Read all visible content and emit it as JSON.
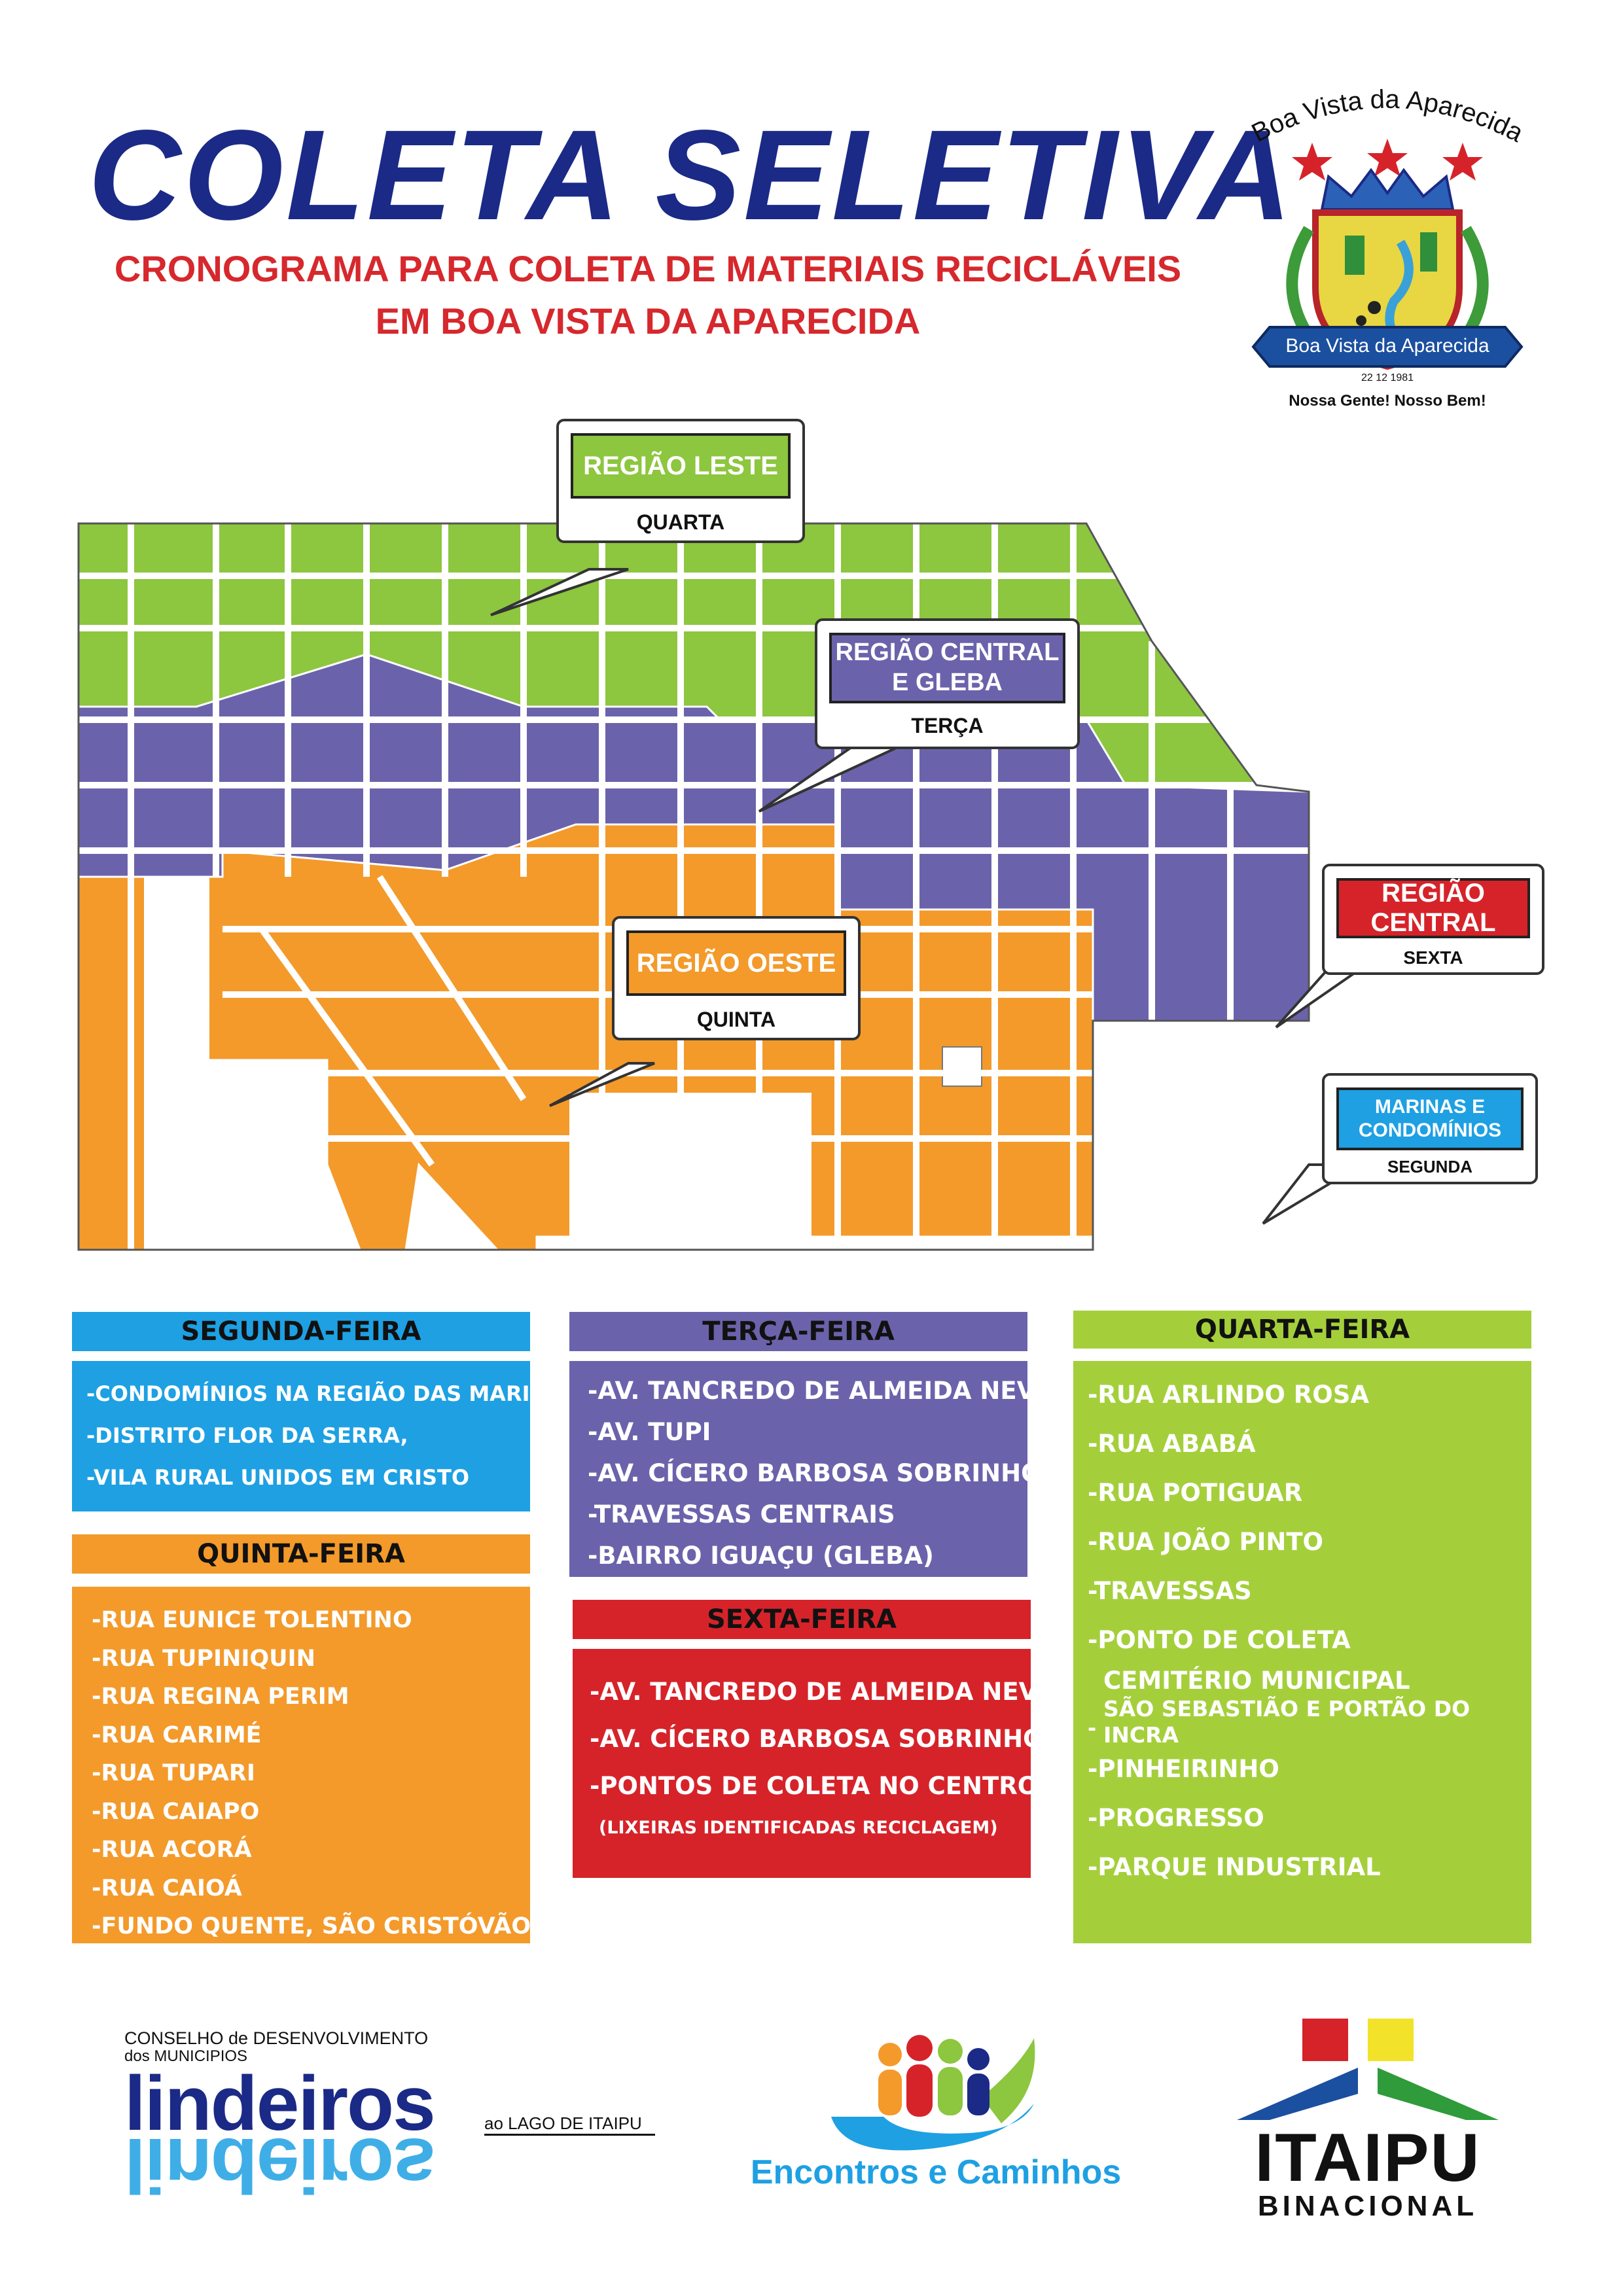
{
  "header": {
    "title": "COLETA SELETIVA",
    "subtitle_line1": "CRONOGRAMA PARA COLETA DE MATERIAIS RECICLÁVEIS",
    "subtitle_line2": "EM BOA VISTA DA APARECIDA"
  },
  "crest": {
    "arc_text": "Boa Vista da Aparecida",
    "banner_text": "Boa Vista da Aparecida",
    "date": "22 12 1981",
    "motto": "Nossa Gente! Nosso Bem!"
  },
  "colors": {
    "green": "#8dc63f",
    "lime": "#a4cf3b",
    "purple": "#6a63ab",
    "orange": "#f39a2b",
    "blue": "#1ea0e3",
    "red": "#d6232a",
    "navy": "#1b2a86"
  },
  "map": {
    "regions": [
      {
        "name": "REGIÃO LESTE",
        "day": "QUARTA"
      },
      {
        "name_line1": "REGIÃO CENTRAL",
        "name_line2": "E GLEBA",
        "day": "TERÇA"
      },
      {
        "name": "REGIÃO CENTRAL",
        "day": "SEXTA"
      },
      {
        "name": "REGIÃO OESTE",
        "day": "QUINTA"
      },
      {
        "name_line1": "MARINAS E",
        "name_line2": "CONDOMÍNIOS",
        "day": "SEGUNDA"
      }
    ]
  },
  "schedule": {
    "segunda": {
      "title": "SEGUNDA-FEIRA",
      "items": [
        "-CONDOMÍNIOS NA REGIÃO DAS MARINAS",
        "-DISTRITO FLOR DA SERRA,",
        "-VILA RURAL UNIDOS EM CRISTO"
      ]
    },
    "terca": {
      "title": "TERÇA-FEIRA",
      "items": [
        "-AV. TANCREDO DE ALMEIDA NEVES",
        "-AV. TUPI",
        "-AV. CÍCERO BARBOSA SOBRINHO",
        "-TRAVESSAS CENTRAIS",
        "-BAIRRO IGUAÇU (GLEBA)"
      ]
    },
    "quarta": {
      "title": "QUARTA-FEIRA",
      "items": [
        "-RUA ARLINDO ROSA",
        "-RUA ABABÁ",
        "-RUA POTIGUAR",
        "-RUA JOÃO PINTO",
        "-TRAVESSAS",
        "-PONTO DE COLETA"
      ],
      "cemiterio_line1": "CEMITÉRIO MUNICIPAL",
      "cemiterio_line2": "SÃO SEBASTIÃO E PORTÃO DO INCRA",
      "cemiterio_dash": "-",
      "items2": [
        "-PINHEIRINHO",
        "-PROGRESSO",
        "-PARQUE INDUSTRIAL"
      ]
    },
    "quinta": {
      "title": "QUINTA-FEIRA",
      "items": [
        "-RUA EUNICE TOLENTINO",
        "-RUA TUPINIQUIN",
        "-RUA REGINA PERIM",
        "-RUA CARIMÉ",
        "-RUA TUPARI",
        "-RUA CAIAPO",
        "-RUA ACORÁ",
        "-RUA CAIOÁ",
        "-FUNDO QUENTE, SÃO CRISTÓVÃO"
      ]
    },
    "sexta": {
      "title": "SEXTA-FEIRA",
      "items": [
        "-AV. TANCREDO DE ALMEIDA NEVES",
        "-AV. CÍCERO BARBOSA SOBRINHO",
        "-PONTOS DE COLETA NO CENTRO"
      ],
      "note": "(LIXEIRAS IDENTIFICADAS RECICLAGEM)"
    }
  },
  "footer": {
    "lindeiros": {
      "line1": "CONSELHO de DESENVOLVIMENTO",
      "line2": "dos MUNICIPIOS",
      "brand": "lindeiros",
      "tag": "ao LAGO DE ITAIPU"
    },
    "encontros": {
      "name": "Encontros e Caminhos"
    },
    "itaipu": {
      "name": "ITAIPU",
      "sub": "BINACIONAL"
    }
  }
}
